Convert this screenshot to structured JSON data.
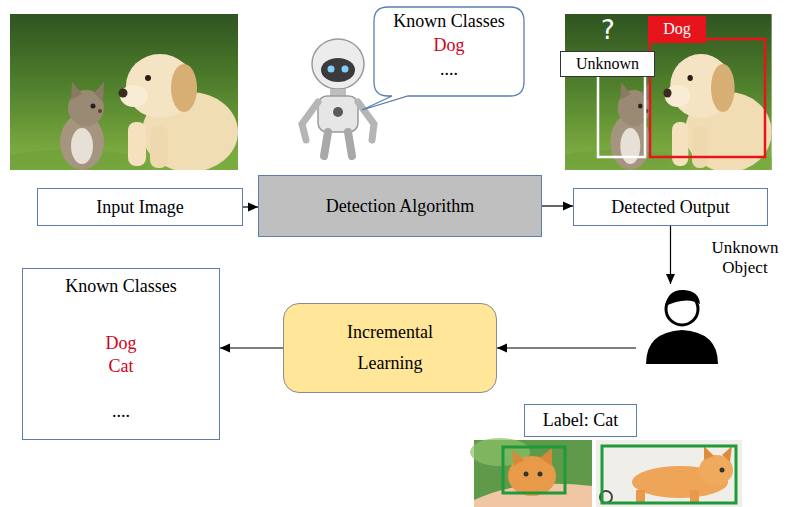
{
  "diagram": {
    "nodes": [
      {
        "text": [
          "Known Classes",
          "Dog",
          "...."
        ]
      },
      {
        "text": [
          "Unknown"
        ]
      },
      {
        "text": [
          "Dog"
        ]
      },
      {
        "text": [
          "Input Image"
        ]
      },
      {
        "text": [
          "Detection Algorithm"
        ]
      },
      {
        "text": [
          "Detected Output"
        ]
      },
      {
        "text": [
          "Known Classes",
          "Dog",
          "Cat",
          "...."
        ]
      },
      {
        "text": [
          "Incremental Learning"
        ]
      },
      {
        "text": [
          "Label: Cat"
        ]
      }
    ],
    "edges": [
      {
        "from": 3,
        "to": 4,
        "arrow": "to"
      },
      {
        "from": 4,
        "to": 5,
        "arrow": "to"
      },
      {
        "from": 5,
        "to": 7,
        "label": "Unknown Object",
        "arrow": "to"
      },
      {
        "from": 7,
        "to": 6,
        "arrow": "to"
      }
    ],
    "labels": [
      "?"
    ]
  }
}
